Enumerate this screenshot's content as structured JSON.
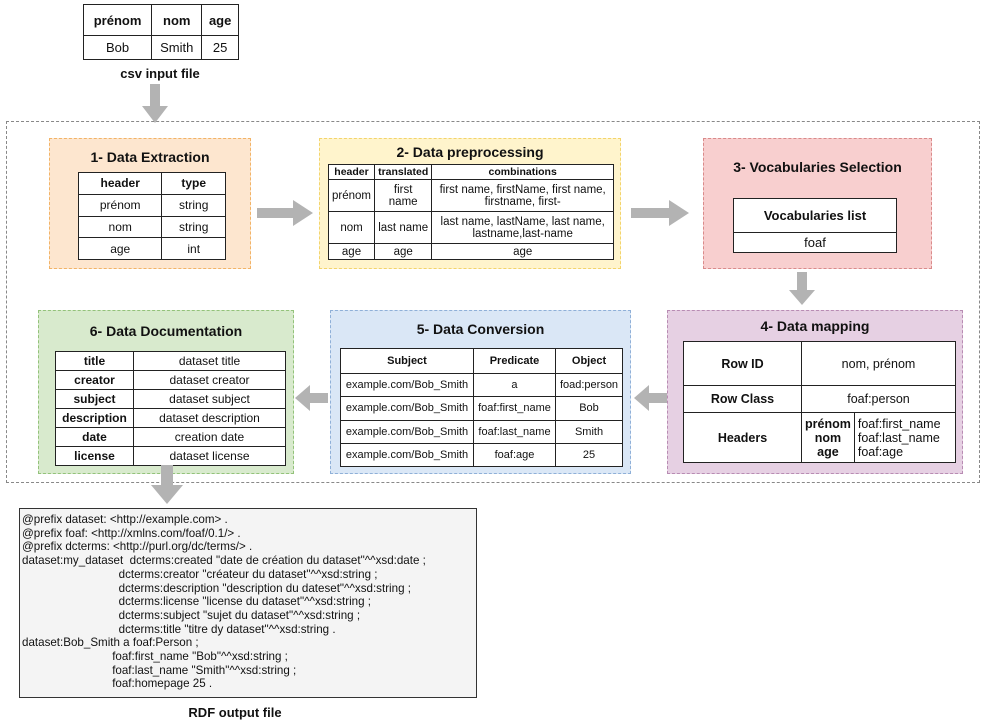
{
  "csv_input": {
    "headers": [
      "prénom",
      "nom",
      "age"
    ],
    "row": [
      "Bob",
      "Smith",
      "25"
    ],
    "caption": "csv input file"
  },
  "step1": {
    "title": "1- Data Extraction",
    "columns": [
      "header",
      "type"
    ],
    "rows": [
      [
        "prénom",
        "string"
      ],
      [
        "nom",
        "string"
      ],
      [
        "age",
        "int"
      ]
    ]
  },
  "step2": {
    "title": "2- Data preprocessing",
    "columns": [
      "header",
      "translated",
      "combinations"
    ],
    "rows": [
      {
        "header": "prénom",
        "translated": "first name",
        "combinations": "first name, firstName, first  name, firstname, first-"
      },
      {
        "header": "nom",
        "translated": "last name",
        "combinations": "last name, lastName, last  name, lastname,last-name"
      },
      {
        "header": "age",
        "translated": "age",
        "combinations": "age"
      }
    ]
  },
  "step3": {
    "title": "3- Vocabularies Selection",
    "list_header": "Vocabularies list",
    "list_item": "foaf"
  },
  "step4": {
    "title": "4- Data mapping",
    "row_id_label": "Row ID",
    "row_id_value": "nom, prénom",
    "row_class_label": "Row Class",
    "row_class_value": "foaf:person",
    "headers_label": "Headers",
    "headers": [
      {
        "name": "prénom",
        "property": "foaf:first_name"
      },
      {
        "name": "nom",
        "property": "foaf:last_name"
      },
      {
        "name": "age",
        "property": "foaf:age"
      }
    ]
  },
  "step5": {
    "title": "5- Data Conversion",
    "columns": [
      "Subject",
      "Predicate",
      "Object"
    ],
    "rows": [
      [
        "example.com/Bob_Smith",
        "a",
        "foad:person"
      ],
      [
        "example.com/Bob_Smith",
        "foaf:first_name",
        "Bob"
      ],
      [
        "example.com/Bob_Smith",
        "foaf:last_name",
        "Smith"
      ],
      [
        "example.com/Bob_Smith",
        "foaf:age",
        "25"
      ]
    ]
  },
  "step6": {
    "title": "6- Data Documentation",
    "rows": [
      [
        "title",
        "dataset title"
      ],
      [
        "creator",
        "dataset creator"
      ],
      [
        "subject",
        "dataset subject"
      ],
      [
        "description",
        "dataset description"
      ],
      [
        "date",
        "creation date"
      ],
      [
        "license",
        "dataset license"
      ]
    ]
  },
  "rdf_output": {
    "lines": [
      "@prefix dataset: <http://example.com> .",
      "@prefix foaf: <http://xmlns.com/foaf/0.1/> .",
      "@prefix dcterms: <http://purl.org/dc/terms/> .",
      "dataset:my_dataset  dcterms:created \"date de création du dataset\"^^xsd:date ;",
      "                              dcterms:creator \"créateur du dataset\"^^xsd:string ;",
      "                              dcterms:description \"description du dateset\"^^xsd:string ;",
      "                              dcterms:license \"license du dataset\"^^xsd:string ;",
      "                              dcterms:subject \"sujet du dataset\"^^xsd:string ;",
      "                              dcterms:title \"titre dy dataset\"^^xsd:string .",
      "dataset:Bob_Smith a foaf:Person ;",
      "                            foaf:first_name \"Bob\"^^xsd:string ;",
      "                            foaf:last_name \"Smith\"^^xsd:string ;",
      "                            foaf:homepage 25 ."
    ],
    "caption": "RDF output file"
  },
  "colors": {
    "step1_bg": "#fde6cf",
    "step1_border": "#f2b366",
    "step2_bg": "#fff4cc",
    "step2_border": "#f3d46b",
    "step3_bg": "#f8cfcf",
    "step3_border": "#d98a8a",
    "step4_bg": "#e6d0e3",
    "step4_border": "#b88cb3",
    "step5_bg": "#dae7f6",
    "step5_border": "#8fb0d8",
    "step6_bg": "#d8eacd",
    "step6_border": "#93c27a",
    "arrow": "#b3b3b3"
  }
}
